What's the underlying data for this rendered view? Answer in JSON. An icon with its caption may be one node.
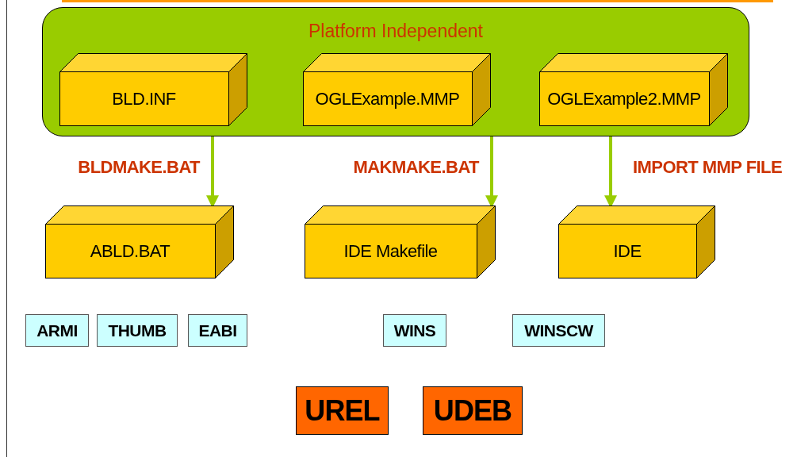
{
  "diagram": {
    "nodes": [
      {
        "text": [
          "Platform Independent"
        ]
      },
      {
        "text": [
          "BLD.INF"
        ],
        "in": 0
      },
      {
        "text": [
          "OGLExample.MMP"
        ],
        "in": 0
      },
      {
        "text": [
          "OGLExample2.MMP"
        ],
        "in": 0
      },
      {
        "text": [
          "ABLD.BAT"
        ]
      },
      {
        "text": [
          "IDE Makefile"
        ]
      },
      {
        "text": [
          "IDE"
        ]
      },
      {
        "text": [
          "ARMI"
        ]
      },
      {
        "text": [
          "THUMB"
        ]
      },
      {
        "text": [
          "EABI"
        ]
      },
      {
        "text": [
          "WINS"
        ]
      },
      {
        "text": [
          "WINSCW"
        ]
      },
      {
        "text": [
          "UREL"
        ]
      },
      {
        "text": [
          "UDEB"
        ]
      }
    ],
    "edges": [
      {
        "from": 0,
        "to": 4,
        "arrow": "to",
        "label": "BLDMAKE.BAT"
      },
      {
        "from": 0,
        "to": 5,
        "arrow": "to",
        "label": "MAKMAKE.BAT"
      },
      {
        "from": 0,
        "to": 6,
        "arrow": "to",
        "label": "IMPORT MMP FILE"
      }
    ]
  }
}
